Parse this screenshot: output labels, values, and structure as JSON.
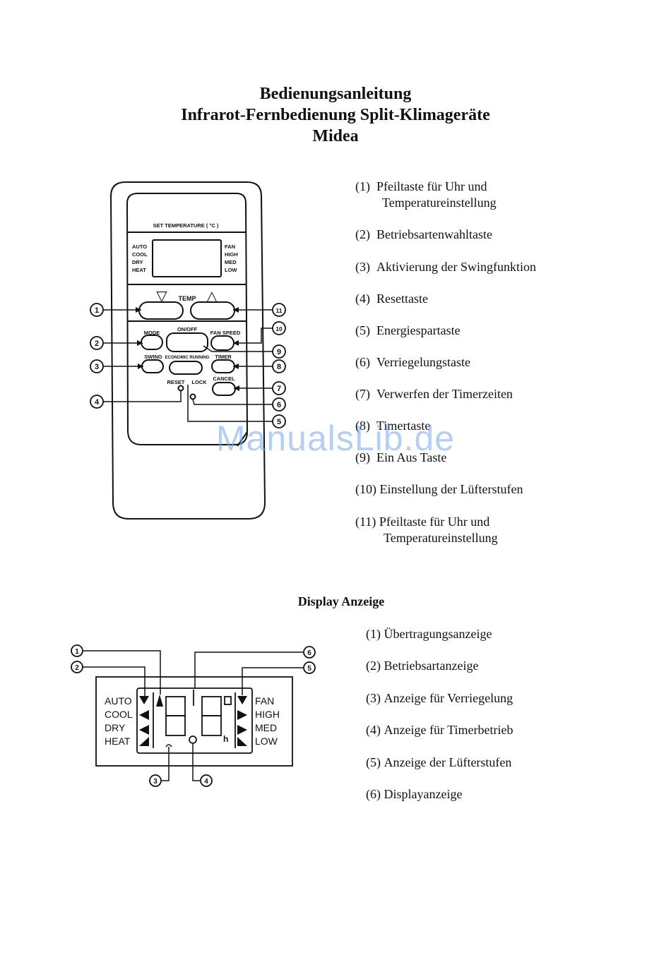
{
  "titles": {
    "line1": "Bedienungsanleitung",
    "line2": "Infrarot-Fernbedienung Split-Klimageräte",
    "line3": "Midea"
  },
  "remote": {
    "display_header": "SET TEMPERATURE ( °C )",
    "modes": [
      "AUTO",
      "COOL",
      "DRY",
      "HEAT"
    ],
    "fan_labels": [
      "FAN",
      "HIGH",
      "MED",
      "LOW"
    ],
    "temp_label": "TEMP",
    "temp_down_glyph": "▽",
    "temp_up_glyph": "△",
    "btn_mode": "MODE",
    "btn_onoff": "ON/OFF",
    "btn_fanspeed": "FAN SPEED",
    "btn_swing": "SWING",
    "btn_economic": "ECONOMIC RUNNING",
    "btn_timer": "TIMER",
    "btn_reset": "RESET",
    "btn_lock": "LOCK",
    "btn_cancel": "CANCEL",
    "callouts": [
      "1",
      "2",
      "3",
      "4",
      "5",
      "6",
      "7",
      "8",
      "9",
      "10",
      "11"
    ]
  },
  "remote_legend": [
    {
      "num": "(1)",
      "text": "Pfeiltaste für Uhr und",
      "sub": "Temperatureinstellung"
    },
    {
      "num": "(2)",
      "text": "Betriebsartenwahltaste"
    },
    {
      "num": "(3)",
      "text": "Aktivierung der Swingfunktion"
    },
    {
      "num": "(4)",
      "text": "Resettaste"
    },
    {
      "num": "(5)",
      "text": "Energiespartaste"
    },
    {
      "num": "(6)",
      "text": "Verriegelungstaste"
    },
    {
      "num": "(7)",
      "text": "Verwerfen der Timerzeiten"
    },
    {
      "num": "(8)",
      "text": "Timertaste"
    },
    {
      "num": "(9)",
      "text": "Ein Aus Taste"
    },
    {
      "num": "(10)",
      "text": "Einstellung der Lüfterstufen"
    },
    {
      "num": "(11)",
      "text": "Pfeiltaste für Uhr und",
      "sub": "Temperatureinstellung"
    }
  ],
  "watermark": "ManualsLib.de",
  "display_section": {
    "title": "Display Anzeige",
    "modes": [
      "AUTO",
      "COOL",
      "DRY",
      "HEAT"
    ],
    "fan_labels": [
      "FAN",
      "HIGH",
      "MED",
      "LOW"
    ],
    "hour_unit": "h",
    "callouts": [
      "1",
      "2",
      "3",
      "4",
      "5",
      "6"
    ],
    "legend": [
      {
        "num": "(1)",
        "text": "Übertragungsanzeige"
      },
      {
        "num": "(2)",
        "text": "Betriebsartanzeige"
      },
      {
        "num": "(3)",
        "text": "Anzeige für Verriegelung"
      },
      {
        "num": "(4)",
        "text": "Anzeige für Timerbetrieb"
      },
      {
        "num": "(5)",
        "text": "Anzeige der Lüfterstufen"
      },
      {
        "num": "(6)",
        "text": "Displayanzeige"
      }
    ]
  }
}
